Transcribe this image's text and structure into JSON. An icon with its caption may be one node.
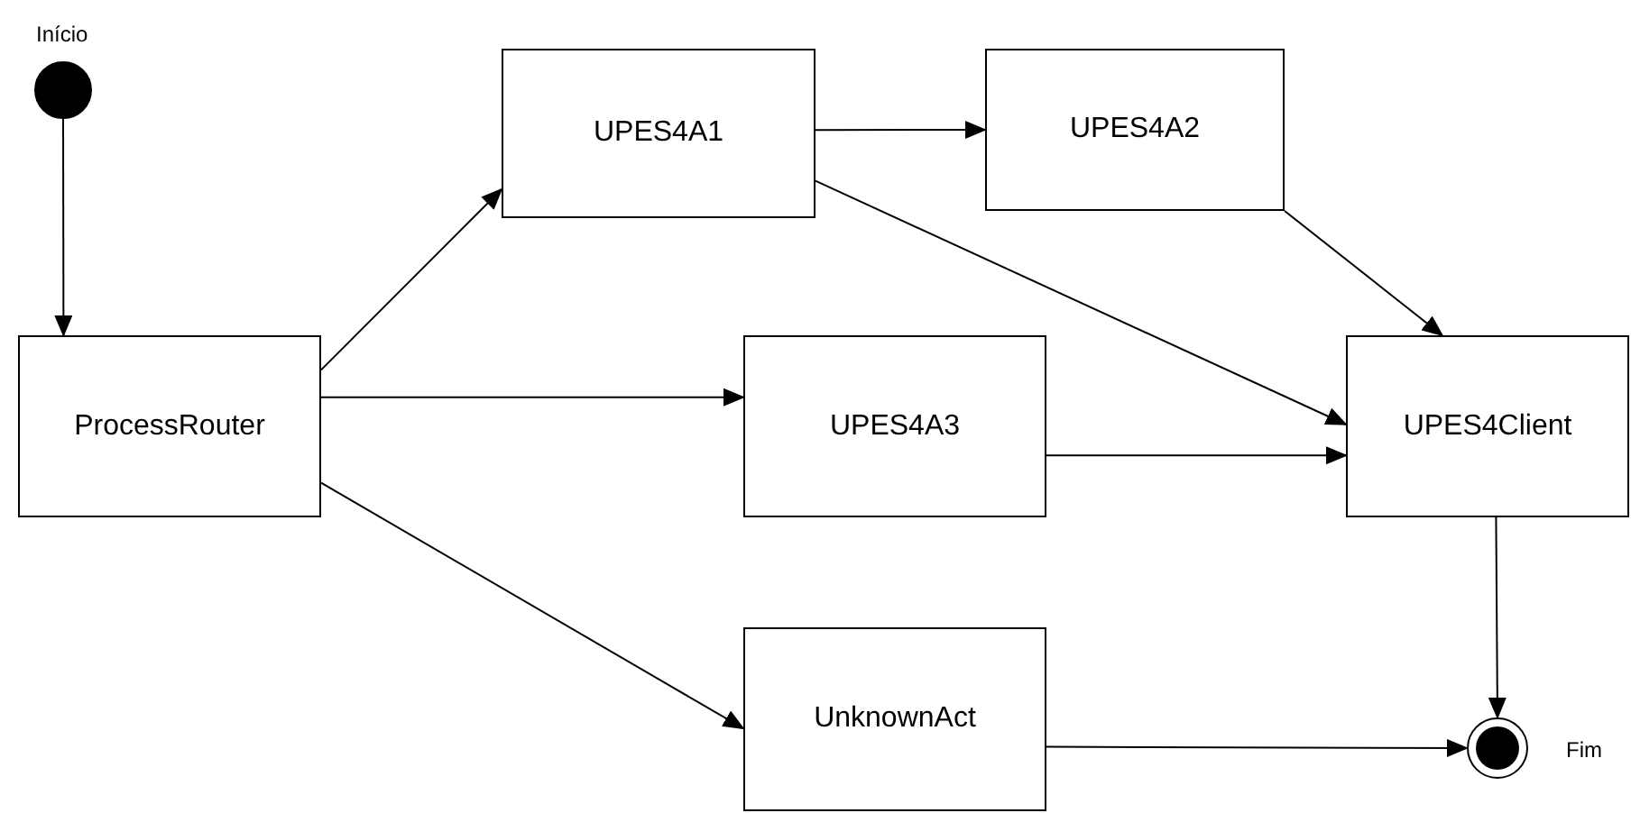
{
  "diagram": {
    "nodes": [
      {
        "text": [],
        "shape": "circle",
        "beside": [
          "Início"
        ]
      },
      {
        "text": [
          "ProcessRouter"
        ]
      },
      {
        "text": [
          "UPES4A1"
        ]
      },
      {
        "text": [
          "UPES4A2"
        ]
      },
      {
        "text": [
          "UPES4A3"
        ]
      },
      {
        "text": [
          "UPES4Client"
        ]
      },
      {
        "text": [
          "UnknownAct"
        ]
      },
      {
        "text": [],
        "shape": "circle",
        "beside": [
          "Fim"
        ]
      }
    ],
    "edges": [
      {
        "from": 0,
        "to": 1,
        "arrow": "to"
      },
      {
        "from": 1,
        "to": 2,
        "arrow": "to"
      },
      {
        "from": 2,
        "to": 3,
        "arrow": "to"
      },
      {
        "from": 1,
        "to": 4,
        "arrow": "to"
      },
      {
        "from": 1,
        "to": 6,
        "arrow": "to"
      },
      {
        "from": 2,
        "to": 5,
        "arrow": "to"
      },
      {
        "from": 3,
        "to": 5,
        "arrow": "to"
      },
      {
        "from": 4,
        "to": 5,
        "arrow": "to"
      },
      {
        "from": 5,
        "to": 7,
        "arrow": "to"
      },
      {
        "from": 6,
        "to": 7,
        "arrow": "to"
      }
    ]
  }
}
